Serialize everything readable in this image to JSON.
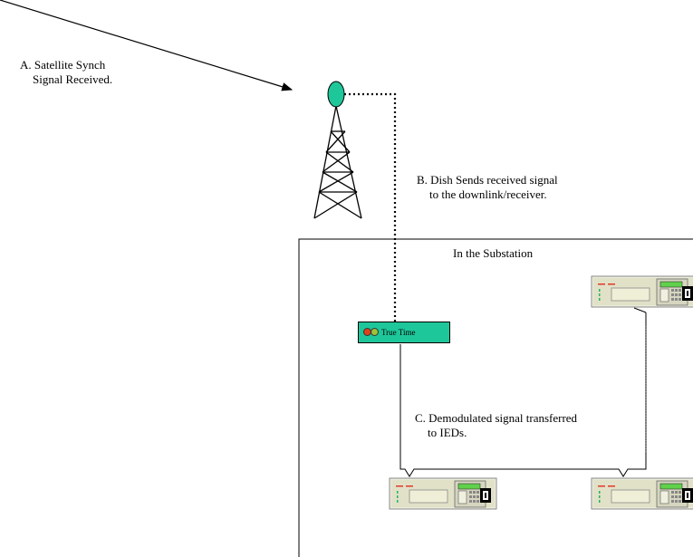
{
  "labels": {
    "a_line1": "A. Satellite Synch",
    "a_line2": "Signal Received.",
    "b_line1": "B. Dish Sends received signal",
    "b_line2": "to the downlink/receiver.",
    "c_line1": "C. Demodulated signal transferred",
    "c_line2": "to IEDs.",
    "substation": "In the Substation"
  },
  "receiver": {
    "label": "True Time"
  },
  "colors": {
    "dish": "#1ec79a",
    "receiver": "#1ec79a",
    "led_red": "#e0401a",
    "led_green": "#9cc33a",
    "ied_body": "#e6e6cf",
    "ied_display": "#5fd14a",
    "ied_indicator": "#e03a2a"
  },
  "icons": [
    "dish-icon",
    "tower-icon",
    "ied-device-icon"
  ]
}
